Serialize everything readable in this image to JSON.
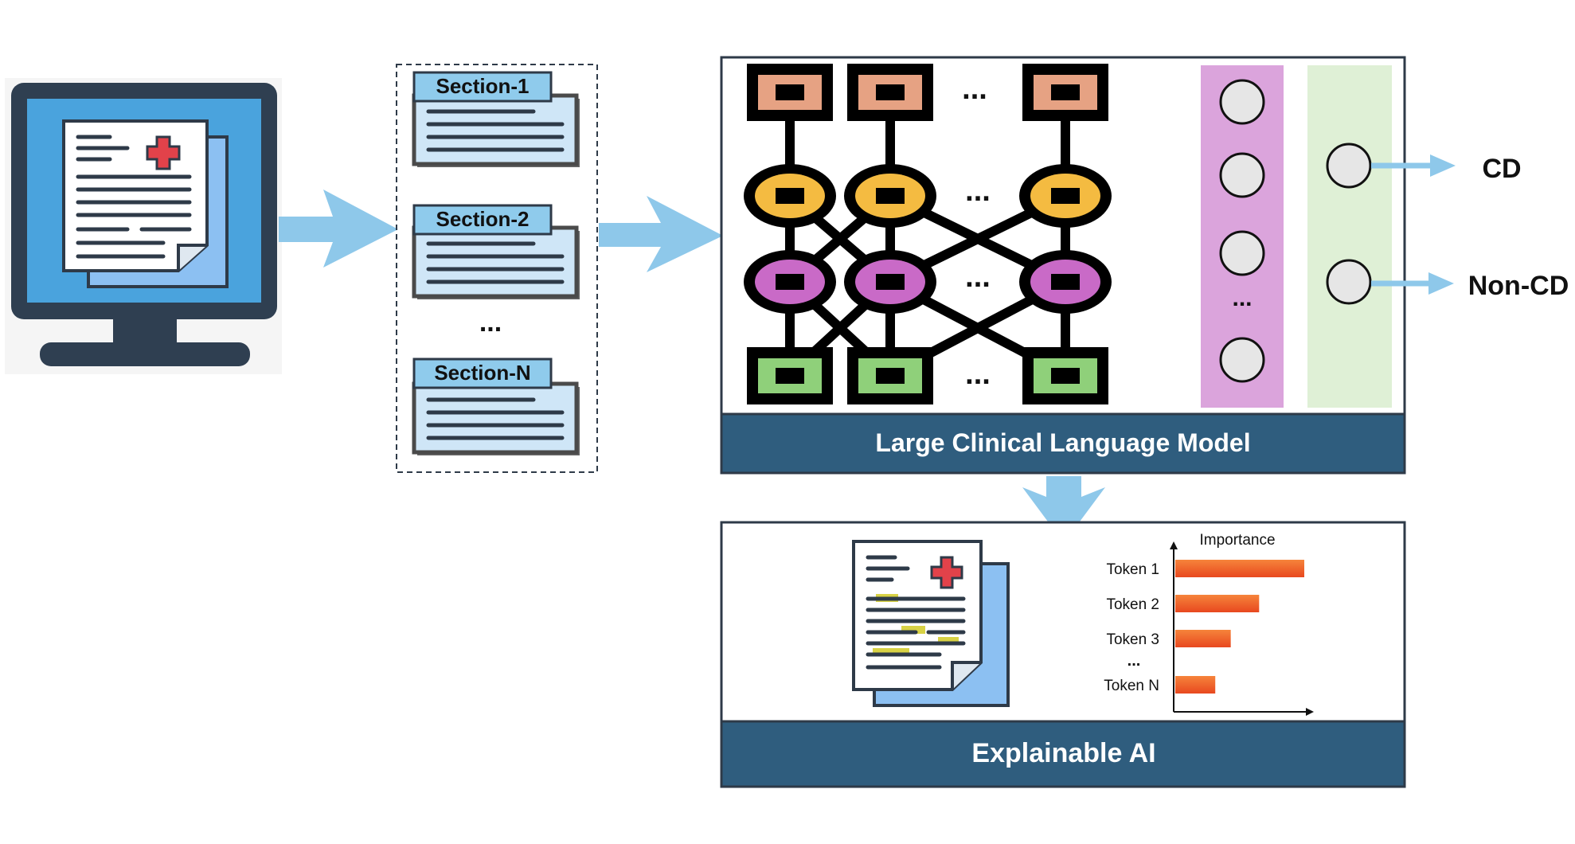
{
  "sections": {
    "labels": [
      "Section-1",
      "Section-2",
      "Section-N"
    ],
    "ellipsis": "..."
  },
  "model": {
    "title": "Large Clinical Language Model",
    "ellipsis": "...",
    "hidden_ellipsis": "..."
  },
  "outputs": {
    "positive": "CD",
    "negative": "Non-CD"
  },
  "xai": {
    "title": "Explainable AI",
    "chart_ylabel": "Importance",
    "ellipsis": "..."
  },
  "chart_data": {
    "type": "bar",
    "orientation": "horizontal",
    "categories": [
      "Token 1",
      "Token 2",
      "Token 3",
      "Token N"
    ],
    "values": [
      1.0,
      0.65,
      0.43,
      0.31
    ],
    "xlabel": "",
    "ylabel": "Importance"
  },
  "colors": {
    "arrow": "#8ec8ea",
    "header_dark": "#2f5d7e",
    "section_label_bg": "#8fcbec",
    "input_node": "#e6a283",
    "layer1_node": "#f4bb41",
    "layer2_node": "#c96ac7",
    "bottom_node": "#8fd07a",
    "hidden_panel": "#dba4dc",
    "output_panel": "#dff0d6",
    "bar": "#ef5b2a",
    "monitor_screen": "#4aa3dd",
    "monitor_body": "#2f3f51"
  },
  "icons": [
    "computer-monitor-icon",
    "medical-document-icon",
    "highlighted-document-icon"
  ]
}
